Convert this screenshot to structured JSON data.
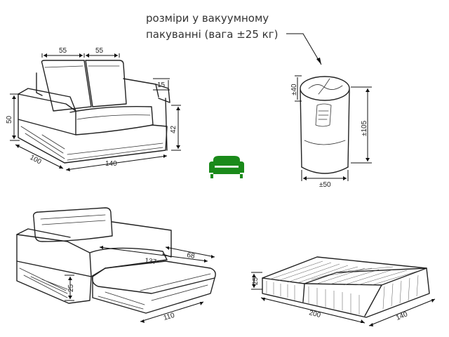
{
  "caption": {
    "line1": "розміри у вакуумному",
    "line2": "пакуванні (вага ±25 кг)"
  },
  "sofa": {
    "seat_width_left": "55",
    "seat_width_right": "55",
    "arm_height": "15",
    "seat_height": "42",
    "total_height": "50",
    "depth": "100",
    "width": "140"
  },
  "package": {
    "top_height": "±40",
    "height": "±105",
    "diameter": "±50"
  },
  "unfolded": {
    "depth": "137",
    "section": "68",
    "height": "25",
    "width": "110"
  },
  "bed": {
    "height": "25",
    "length": "200",
    "width": "140"
  },
  "colors": {
    "icon": "#1a8a1a",
    "ink": "#222222"
  }
}
